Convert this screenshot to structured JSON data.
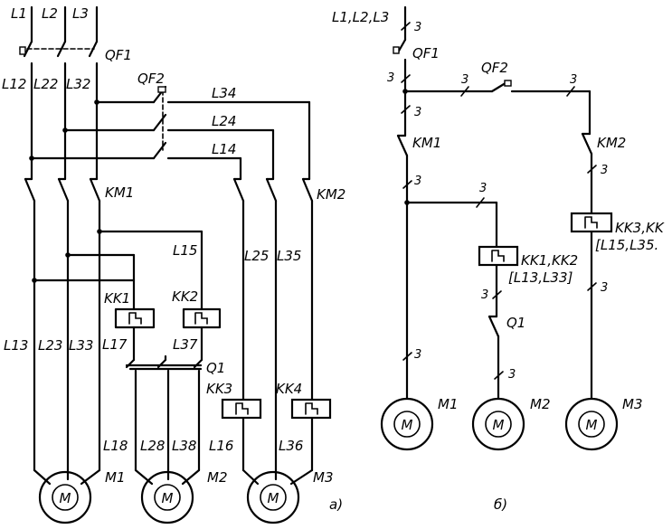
{
  "diagram_a": {
    "supply": [
      "L1",
      "L2",
      "L3"
    ],
    "qf1": "QF1",
    "qf2": "QF2",
    "wires": [
      "L12",
      "L22",
      "L32",
      "L34",
      "L24",
      "L14",
      "L15",
      "L25",
      "L35",
      "L13",
      "L23",
      "L33",
      "L17",
      "L37",
      "L18",
      "L28",
      "L38",
      "L16",
      "L36"
    ],
    "km1": "KM1",
    "km2": "KM2",
    "kk1": "KK1",
    "kk2": "KK2",
    "kk3": "KK3",
    "kk4": "KK4",
    "q1": "Q1",
    "motors": [
      "M1",
      "M2",
      "M3"
    ],
    "motor_symbol": "M",
    "caption": "а)"
  },
  "diagram_b": {
    "supply": "L1,L2,L3",
    "qf1": "QF1",
    "qf2": "QF2",
    "km1": "KM1",
    "km2": "KM2",
    "three": "3",
    "kk12": "KK1,KK2",
    "kk12_wires": "[L13,L33]",
    "kk34": "KK3,KK",
    "kk34_wires": "[L15,L35.",
    "q1": "Q1",
    "motors": [
      "M1",
      "M2",
      "M3"
    ],
    "motor_symbol": "M",
    "caption": "б)"
  }
}
